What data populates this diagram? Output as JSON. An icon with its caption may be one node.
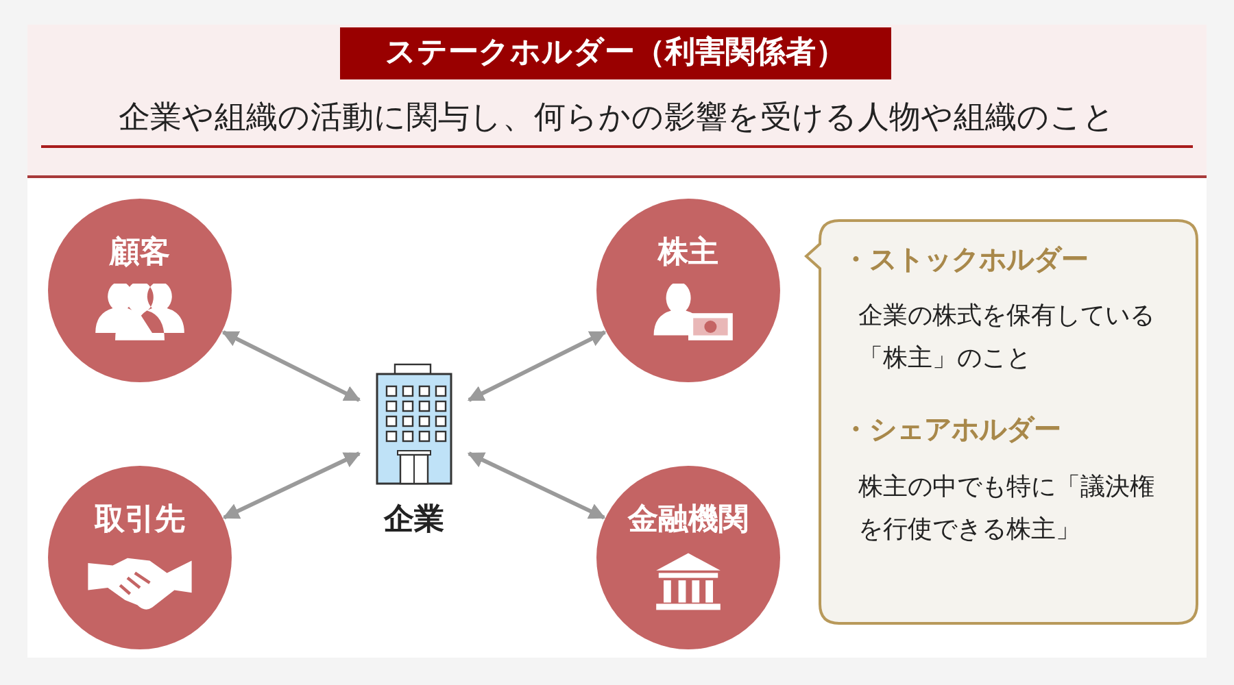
{
  "diagram": {
    "title": "ステークホルダー（利害関係者）",
    "nodes": [
      {
        "text": [
          "顧客"
        ]
      },
      {
        "text": [
          "株主"
        ]
      },
      {
        "text": [
          "企業"
        ]
      },
      {
        "text": [
          "取引先"
        ]
      },
      {
        "text": [
          "金融機関"
        ]
      },
      {
        "text": [
          "・ストックホルダー",
          "企業の株式を保有している「株主」のこと",
          "・シェアホルダー",
          "株主の中でも特に「議決権を行使できる株主」"
        ]
      }
    ],
    "edges": [
      {
        "from": 0,
        "to": 2,
        "arrow": "both"
      },
      {
        "from": 1,
        "to": 2,
        "arrow": "both"
      },
      {
        "from": 3,
        "to": 2,
        "arrow": "both"
      },
      {
        "from": 4,
        "to": 2,
        "arrow": "both"
      }
    ],
    "labels": [
      "企業や組織の活動に関与し、何らかの影響を受ける人物や組織のこと"
    ]
  }
}
